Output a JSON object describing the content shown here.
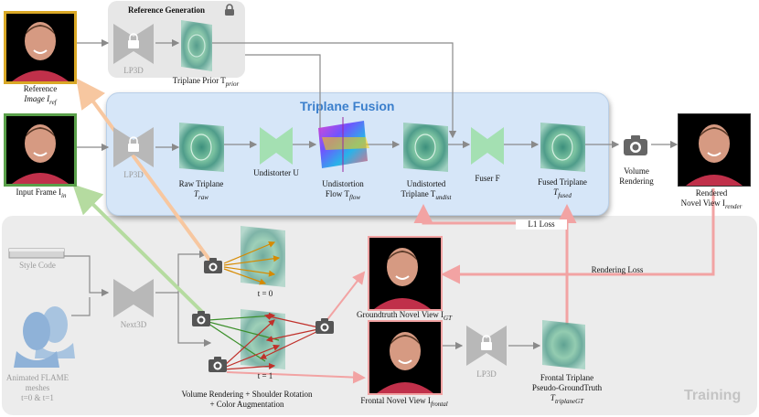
{
  "panels": {
    "reference_generation": "Reference Generation",
    "triplane_fusion": "Triplane Fusion",
    "training": "Training"
  },
  "inputs": {
    "reference_image": [
      "Reference",
      "Image I",
      "ref"
    ],
    "input_frame": [
      "Input Frame I",
      "in"
    ]
  },
  "encoders": {
    "lp3d_ref": "LP3D",
    "lp3d_main": "LP3D",
    "lp3d_train": "LP3D",
    "next3d": "Next3D"
  },
  "triplanes": {
    "prior": [
      "Triplane Prior T",
      "prior"
    ],
    "raw": [
      "Raw Triplane",
      "T",
      "raw"
    ],
    "undistorted": [
      "Undistorted",
      "Triplane T",
      "undist"
    ],
    "fused": [
      "Fused Triplane",
      "T",
      "fused"
    ]
  },
  "modules": {
    "undistorter": [
      "Undistorter U"
    ],
    "undistortion_flow": [
      "Undistortion",
      "Flow T",
      "flow"
    ],
    "fuser": [
      "Fuser F"
    ],
    "volume_rendering": [
      "Volume",
      "Rendering"
    ]
  },
  "outputs": {
    "rendered_novel_view": [
      "Rendered",
      "Novel View I",
      "render"
    ]
  },
  "losses": {
    "l1": "L1 Loss",
    "rendering": "Rendering Loss"
  },
  "training": {
    "style_code": "Style Code",
    "flame_meshes": [
      "Animated FLAME",
      "meshes",
      "t=0 & t=1"
    ],
    "t0": "t = 0",
    "t1": "t = 1",
    "render_aug": [
      "Volume Rendering + Shoulder Rotation",
      "+ Color Augmentation"
    ],
    "groundtruth_view": [
      "Groundtruth Novel View I",
      "GT"
    ],
    "frontal_view": [
      "Frontal Novel View I",
      "frontal"
    ],
    "frontal_triplane": [
      "Frontal Triplane",
      "Pseudo-GroundTruth",
      "T",
      "triplaneGT"
    ]
  },
  "colors": {
    "reference_border": "#d9a826",
    "input_border": "#5aa04a",
    "fusion_title": "#3b7fcc",
    "loss_arrow": "#f2a3a3",
    "ref_arrow": "#f7c7a0",
    "in_arrow": "#b5dba0"
  }
}
